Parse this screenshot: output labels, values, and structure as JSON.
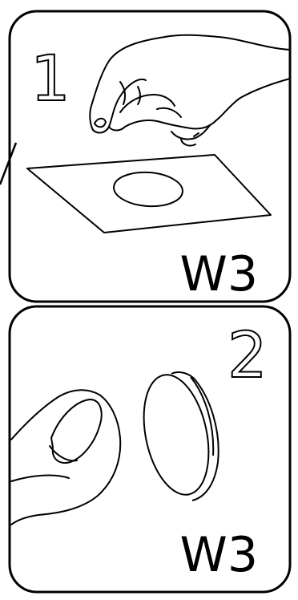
{
  "panels": [
    {
      "step_number": "1",
      "code_label": "W3",
      "illustration": "hand-peeling-pad-from-sheet"
    },
    {
      "step_number": "2",
      "code_label": "W3",
      "illustration": "fingertip-and-pad-disc"
    }
  ],
  "colors": {
    "line": "#000000",
    "background": "#ffffff"
  }
}
